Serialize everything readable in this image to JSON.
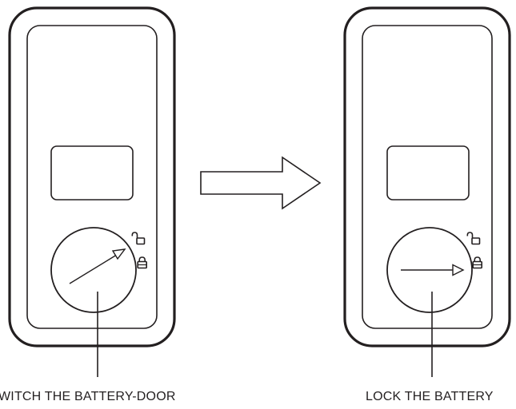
{
  "colors": {
    "stroke": "#231f20",
    "fill": "#ffffff"
  },
  "icons": {
    "unlocked": "unlocked-padlock-icon",
    "locked": "locked-padlock-icon",
    "transition_arrow": "right-arrow-icon"
  },
  "steps": [
    {
      "caption": "WITCH THE BATTERY-DOOR",
      "state": "unlocked"
    },
    {
      "caption": "LOCK THE BATTERY",
      "state": "locked"
    }
  ]
}
